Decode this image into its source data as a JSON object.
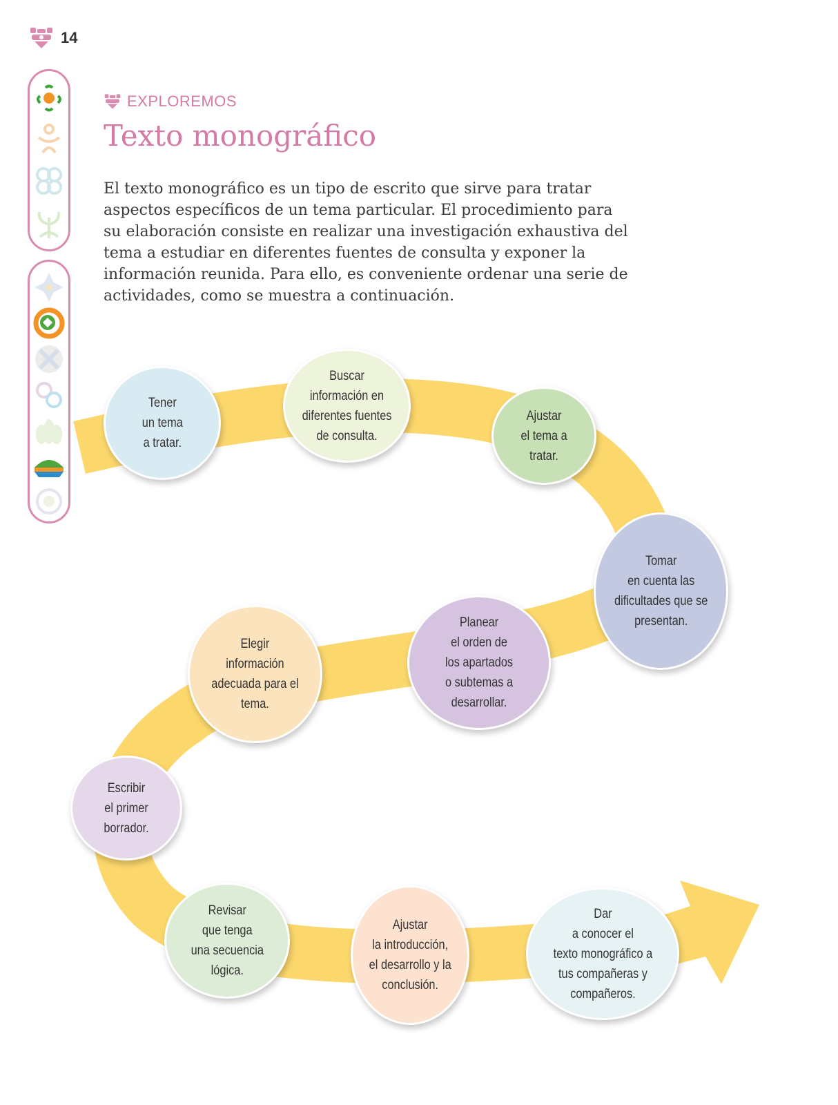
{
  "page": {
    "number": "14"
  },
  "sidebar": {
    "top_icons": [
      "orange-flower-icon",
      "faded-dancer-icon",
      "faded-knot-icon",
      "faded-plant-icon"
    ],
    "bottom_icons": [
      "faded-compass-icon",
      "green-orange-target-icon",
      "faded-hourglass-icon",
      "faded-rings-icon",
      "faded-lotus-icon",
      "colored-dome-icon",
      "faded-circle-icon"
    ]
  },
  "header": {
    "section": "EXPLOREMOS",
    "title": "Texto monográfico"
  },
  "intro": {
    "text": "El texto monográfico es un tipo de escrito que sirve para tratar aspectos específicos de un tema particular. El procedimiento para su elaboración consiste en realizar una investigación exhaustiva del tema a estudiar en diferentes fuentes de consulta y exponer la información reunida. Para ello, es conveniente ordenar una serie de actividades, como se muestra a continuación."
  },
  "colors": {
    "accent": "#d47ba5",
    "path": "#fcd86c"
  },
  "steps": [
    {
      "text": "Tener\nun tema\na tratar.",
      "color": "#d9ebf2"
    },
    {
      "text": "Buscar\ninformación en\ndiferentes fuentes\nde consulta.",
      "color": "#eef3dc"
    },
    {
      "text": "Ajustar\nel tema a\ntratar.",
      "color": "#c8e0b6"
    },
    {
      "text": "Tomar\nen cuenta las\ndificultades que se\npresentan.",
      "color": "#c2c9e0"
    },
    {
      "text": "Planear\nel orden de\nlos apartados\no subtemas a\ndesarrollar.",
      "color": "#d6c3e0"
    },
    {
      "text": "Elegir\ninformación\nadecuada para el\ntema.",
      "color": "#fbe3bd"
    },
    {
      "text": "Escribir\nel primer\nborrador.",
      "color": "#e5d8ea"
    },
    {
      "text": "Revisar\nque tenga\nuna secuencia\nlógica.",
      "color": "#dcecd6"
    },
    {
      "text": "Ajustar\nla introducción,\nel desarrollo y la\nconclusión.",
      "color": "#fde2cf"
    },
    {
      "text": "Dar\na conocer el\ntexto monográfico a\ntus compañeras y\ncompañeros.",
      "color": "#e6f2f4"
    }
  ]
}
